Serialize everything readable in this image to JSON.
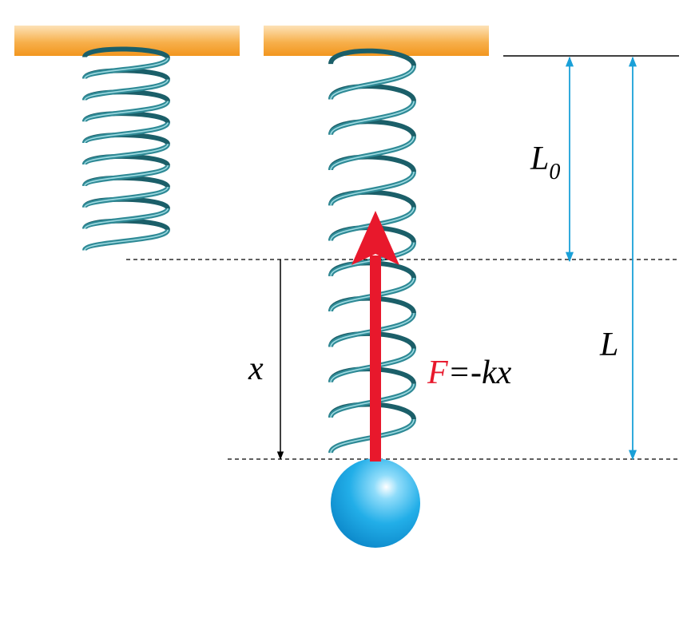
{
  "labels": {
    "natural_length": "L",
    "natural_length_sub": "0",
    "stretched_length": "L",
    "displacement": "x",
    "force_symbol": "F",
    "force_rest": "=-kx"
  },
  "colors": {
    "ceiling": "#f2961e",
    "ceiling_light": "#fde2b8",
    "spring": "#2f8a96",
    "spring_dark": "#1b5f69",
    "dimension": "#1aa0d8",
    "force_arrow": "#e8182c",
    "ball": "#22aee8",
    "ball_dark": "#0b86c8",
    "ink": "#000000"
  }
}
